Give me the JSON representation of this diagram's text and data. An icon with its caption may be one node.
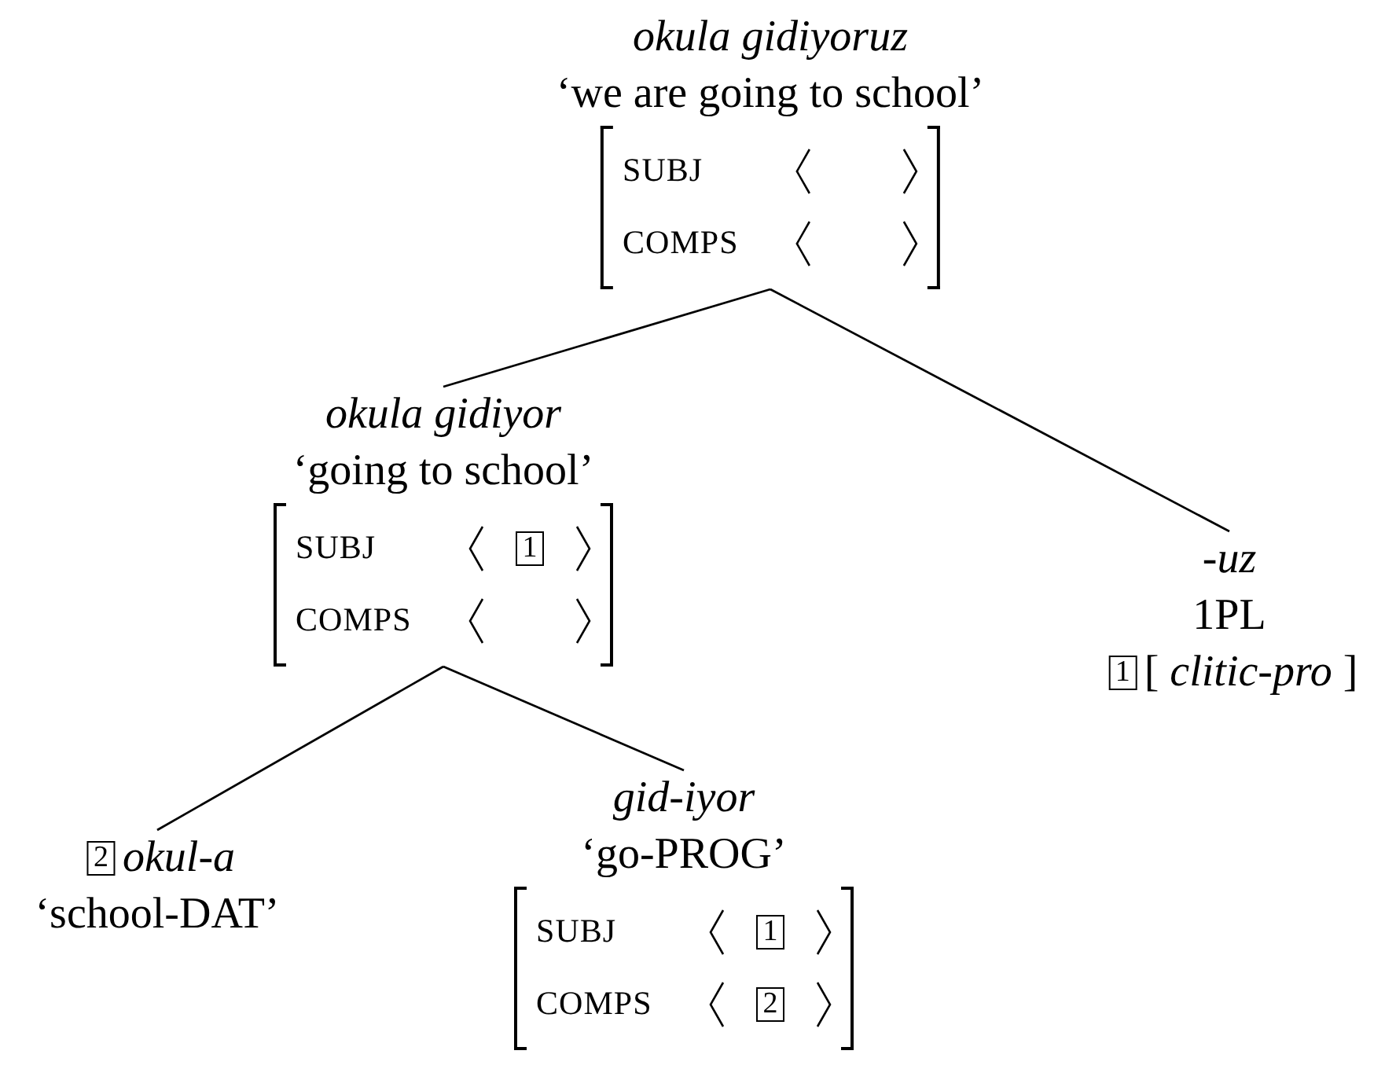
{
  "diagram": {
    "nodes": [
      {
        "text": [
          "okula gidiyoruz",
          "‘we are going to school’"
        ]
      },
      {
        "text": [
          "SUBJ",
          "COMPS"
        ],
        "in": 0
      },
      {
        "text": [
          "okula gidiyor",
          "‘going to school’"
        ]
      },
      {
        "text": [
          "SUBJ",
          "COMPS"
        ],
        "in": 2
      },
      {
        "text": [
          "1"
        ],
        "in": 3
      },
      {
        "text": [
          "-uz",
          "1PL",
          "[ *clitic-pro* ]"
        ]
      },
      {
        "text": [
          "1"
        ],
        "in": 5
      },
      {
        "text": [
          "okul-a",
          "‘school-DAT’"
        ]
      },
      {
        "text": [
          "2"
        ],
        "in": 7
      },
      {
        "text": [
          "gid-iyor",
          "‘go-PROG’"
        ]
      },
      {
        "text": [
          "SUBJ",
          "COMPS"
        ],
        "in": 9
      },
      {
        "text": [
          "1"
        ],
        "in": 10
      },
      {
        "text": [
          "2"
        ],
        "in": 10
      }
    ],
    "edges": [
      {
        "from": 0,
        "to": 2,
        "arrow": "none"
      },
      {
        "from": 0,
        "to": 5,
        "arrow": "none"
      },
      {
        "from": 2,
        "to": 7,
        "arrow": "none"
      },
      {
        "from": 2,
        "to": 9,
        "arrow": "none"
      }
    ]
  }
}
